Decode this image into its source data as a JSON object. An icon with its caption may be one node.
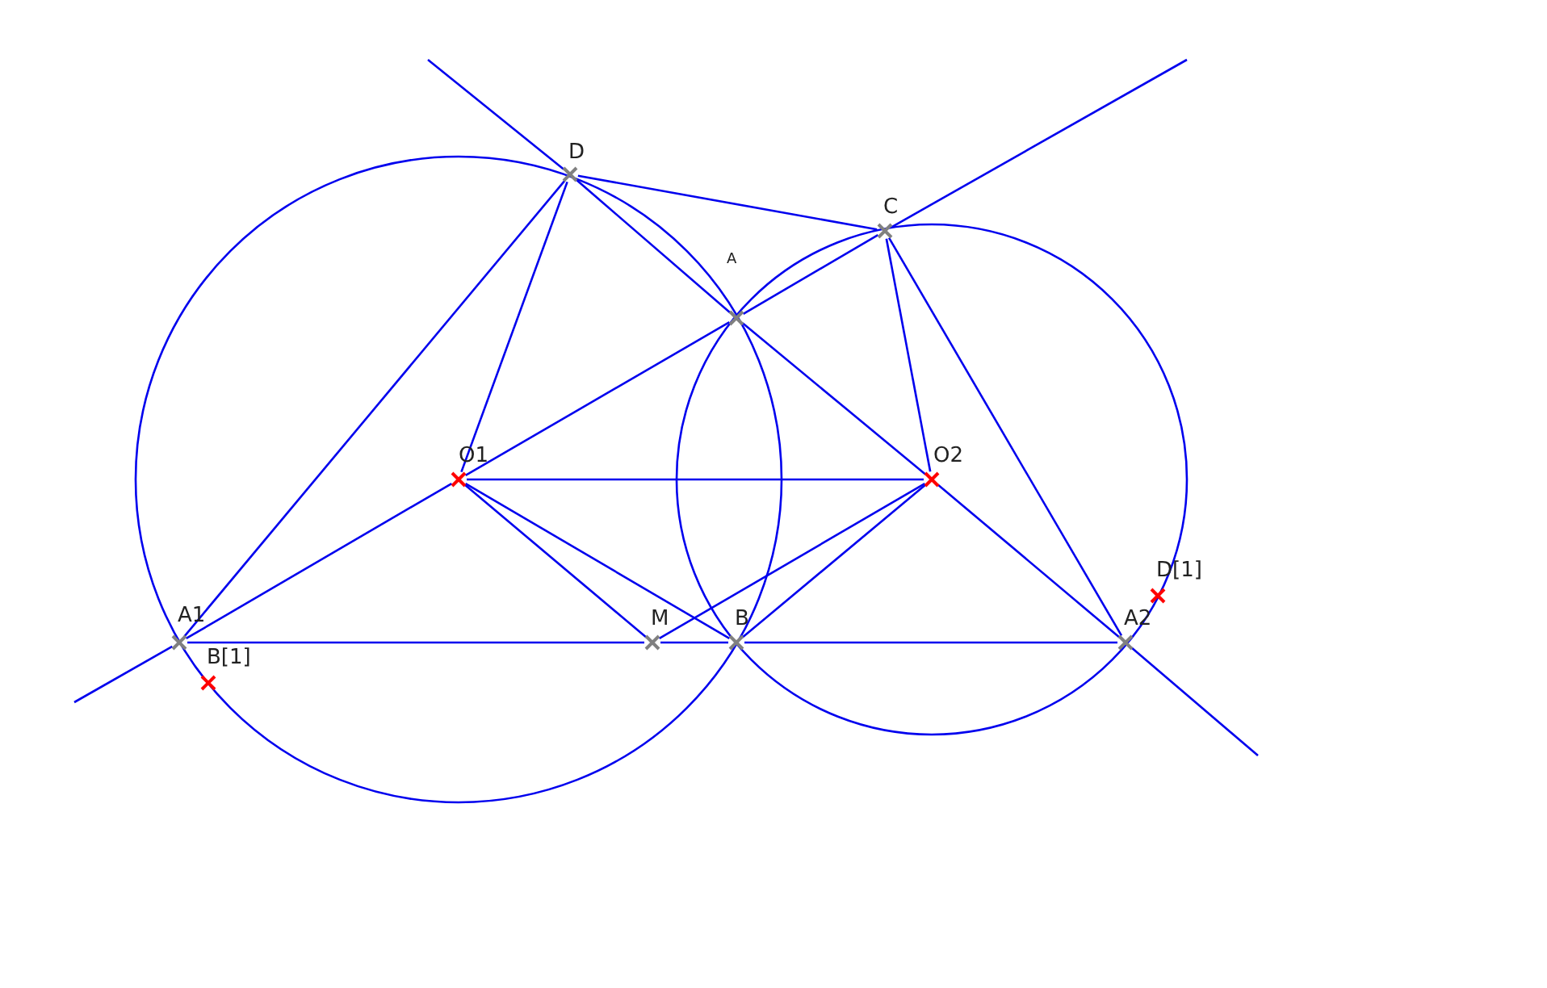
{
  "diagram": {
    "nodes": [
      {
        "text": [],
        "shape": "cross",
        "beside": [
          "D"
        ]
      },
      {
        "text": [],
        "shape": "cross",
        "beside": [
          "C"
        ]
      },
      {
        "text": [],
        "shape": "cross",
        "beside": [
          "A"
        ]
      },
      {
        "text": [],
        "shape": "cross",
        "beside": [
          "O1"
        ]
      },
      {
        "text": [],
        "shape": "cross",
        "beside": [
          "O2"
        ]
      },
      {
        "text": [],
        "shape": "cross",
        "beside": [
          "A1"
        ]
      },
      {
        "text": [],
        "shape": "cross",
        "beside": [
          "M"
        ]
      },
      {
        "text": [],
        "shape": "cross",
        "beside": [
          "B"
        ]
      },
      {
        "text": [],
        "shape": "cross",
        "beside": [
          "A2"
        ]
      },
      {
        "text": [],
        "shape": "cross",
        "beside": [
          "B[1]"
        ]
      },
      {
        "text": [],
        "shape": "cross",
        "beside": [
          "D[1]"
        ]
      }
    ],
    "edges": [
      {
        "from": null,
        "to": 5,
        "arrow": "none"
      },
      {
        "from": 5,
        "to": 3,
        "arrow": "none"
      },
      {
        "from": 3,
        "to": 2,
        "arrow": "none"
      },
      {
        "from": 2,
        "to": 1,
        "arrow": "none"
      },
      {
        "from": 1,
        "to": null,
        "arrow": "none"
      },
      {
        "from": null,
        "to": 0,
        "arrow": "none"
      },
      {
        "from": 0,
        "to": 2,
        "arrow": "none"
      },
      {
        "from": 2,
        "to": 4,
        "arrow": "none"
      },
      {
        "from": 4,
        "to": 8,
        "arrow": "none"
      },
      {
        "from": 8,
        "to": null,
        "arrow": "none"
      },
      {
        "from": 0,
        "to": 1,
        "arrow": "none"
      },
      {
        "from": 0,
        "to": 5,
        "arrow": "none"
      },
      {
        "from": 0,
        "to": 3,
        "arrow": "none"
      },
      {
        "from": 1,
        "to": 4,
        "arrow": "none"
      },
      {
        "from": 1,
        "to": 8,
        "arrow": "none"
      },
      {
        "from": 3,
        "to": 4,
        "arrow": "none"
      },
      {
        "from": 3,
        "to": 6,
        "arrow": "none"
      },
      {
        "from": 3,
        "to": 7,
        "arrow": "none"
      },
      {
        "from": 4,
        "to": 6,
        "arrow": "none"
      },
      {
        "from": 4,
        "to": 7,
        "arrow": "none"
      },
      {
        "from": 5,
        "to": 6,
        "arrow": "none"
      },
      {
        "from": 6,
        "to": 7,
        "arrow": "none"
      },
      {
        "from": 7,
        "to": 8,
        "arrow": "none"
      }
    ]
  }
}
